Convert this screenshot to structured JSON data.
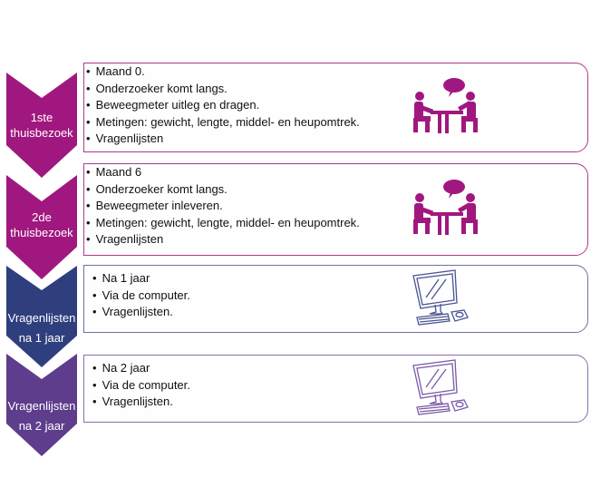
{
  "diagram": {
    "colors": {
      "stage1": "#a0187f",
      "stage2": "#a0187f",
      "stage3": "#2f3f7d",
      "stage4": "#5d3d8c",
      "border1": "#b0388f",
      "border2": "#b0388f",
      "border3": "#6a74a8",
      "border4": "#8a6cb0"
    },
    "stages": [
      {
        "label_line1": "1ste",
        "label_line2": "thuisbezoek",
        "icon": "meeting-icon",
        "items": [
          "Maand 0.",
          "Onderzoeker komt langs.",
          "Beweegmeter uitleg en dragen.",
          "Metingen: gewicht, lengte, middel- en heupomtrek.",
          "Vragenlijsten"
        ]
      },
      {
        "label_line1": "2de",
        "label_line2": "thuisbezoek",
        "icon": "meeting-icon",
        "items": [
          "Maand 6",
          "Onderzoeker komt langs.",
          "Beweegmeter inleveren.",
          "Metingen: gewicht, lengte, middel- en heupomtrek.",
          "Vragenlijsten"
        ]
      },
      {
        "label_line1": "Vragenlijsten",
        "label_line2": "na 1 jaar",
        "icon": "computer-icon",
        "items": [
          "Na 1 jaar",
          "Via de computer.",
          "Vragenlijsten."
        ]
      },
      {
        "label_line1": "Vragenlijsten",
        "label_line2": "na 2 jaar",
        "icon": "computer-icon",
        "items": [
          "Na 2 jaar",
          "Via de computer.",
          "Vragenlijsten."
        ]
      }
    ]
  }
}
